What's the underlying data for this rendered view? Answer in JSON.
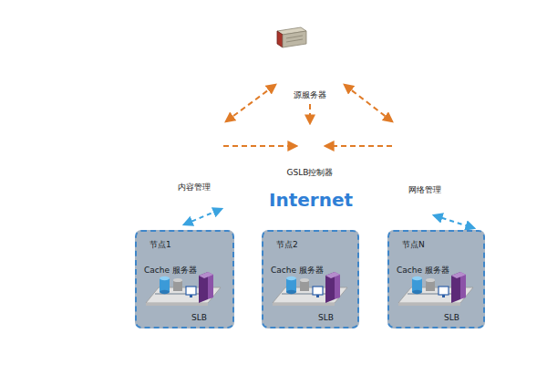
{
  "diagram": {
    "nodes": [
      {
        "text": [
          "节点1",
          "Cache 服务器",
          "SLB"
        ]
      },
      {
        "text": [
          "节点2",
          "Cache 服务器",
          "SLB"
        ]
      },
      {
        "text": [
          "节点N",
          "Cache 服务器",
          "SLB"
        ]
      }
    ],
    "labels": [
      "源服务器",
      "GSLB控制器",
      "Internet",
      "内容管理",
      "网络管理"
    ]
  }
}
